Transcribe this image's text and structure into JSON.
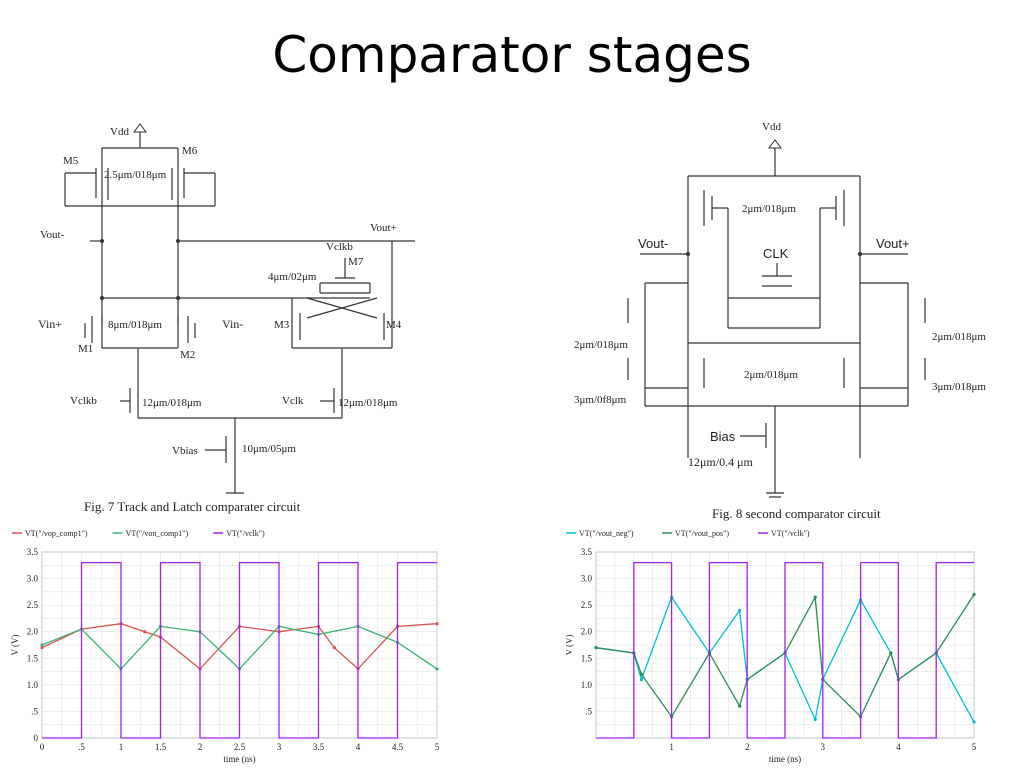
{
  "slide": {
    "title": "Comparator stages"
  },
  "fig7": {
    "caption": "Fig. 7 Track and Latch comparater circuit",
    "labels": {
      "vdd": "Vdd",
      "m5": "M5",
      "m6": "M6",
      "w56": "2.5μm/018μm",
      "vout_neg": "Vout-",
      "vout_pos": "Vout+",
      "vclkb_top": "Vclkb",
      "m7": "M7",
      "w7": "4μm/02μm",
      "vin_pos": "Vin+",
      "w12": "8μm/018μm",
      "vin_neg": "Vin-",
      "m3": "M3",
      "m4": "M4",
      "m1": "M1",
      "m2": "M2",
      "vclkb": "Vclkb",
      "w_clkb": "12μm/018μm",
      "vclk": "Vclk",
      "w_clk": "12μm/018μm",
      "vbias": "Vbias",
      "w_bias": "10μm/05μm"
    }
  },
  "fig8": {
    "caption": "Fig. 8 second comparator circuit",
    "labels": {
      "vdd": "Vdd",
      "w_top": "2μm/018μm",
      "vout_neg": "Vout-",
      "vout_pos": "Vout+",
      "clk": "CLK",
      "w_left1": "2μm/018μm",
      "w_right1": "2μm/018μm",
      "w_mid": "2μm/018μm",
      "w_left2": "3μm/0f8μm",
      "w_right2": "3μm/018μm",
      "bias": "Bias",
      "w_bias": "12μm/0.4 μm"
    }
  },
  "chart_data": [
    {
      "type": "line",
      "title": "",
      "xlabel": "time (ns)",
      "ylabel": "V (V)",
      "xlim": [
        0,
        5
      ],
      "ylim": [
        0,
        3.5
      ],
      "x_ticks": [
        "0",
        ".5",
        "1",
        "1.5",
        "2",
        "2.5",
        "3",
        "3.5",
        "4",
        "4.5",
        "5"
      ],
      "y_ticks": [
        "0",
        ".5",
        "1.0",
        "1.5",
        "2.0",
        "2.5",
        "3.0",
        "3.5"
      ],
      "grid": true,
      "legend": "top-left",
      "series": [
        {
          "name": "VT(\"/vop_comp1\")",
          "color": "#d9534f",
          "x": [
            0,
            0.5,
            1.0,
            1.3,
            1.5,
            2.0,
            2.5,
            3.0,
            3.5,
            3.7,
            4.0,
            4.5,
            5.0
          ],
          "y": [
            1.7,
            2.05,
            2.15,
            2.0,
            1.9,
            1.3,
            2.1,
            2.0,
            2.1,
            1.7,
            1.3,
            2.1,
            2.15
          ]
        },
        {
          "name": "VT(\"/von_comp1\")",
          "color": "#3cb371",
          "x": [
            0,
            0.5,
            1.0,
            1.5,
            2.0,
            2.5,
            3.0,
            3.5,
            4.0,
            4.5,
            5.0
          ],
          "y": [
            1.75,
            2.05,
            1.3,
            2.1,
            2.0,
            1.3,
            2.1,
            1.95,
            2.1,
            1.8,
            1.3
          ]
        },
        {
          "name": "VT(\"/vclk\")",
          "color": "#a020f0",
          "x": [
            0,
            0.5,
            0.5,
            1.0,
            1.0,
            1.5,
            1.5,
            2.0,
            2.0,
            2.5,
            2.5,
            3.0,
            3.0,
            3.5,
            3.5,
            4.0,
            4.0,
            4.5,
            4.5,
            5.0
          ],
          "y": [
            0,
            0,
            3.3,
            3.3,
            0,
            0,
            3.3,
            3.3,
            0,
            0,
            3.3,
            3.3,
            0,
            0,
            3.3,
            3.3,
            0,
            0,
            3.3,
            3.3
          ]
        }
      ]
    },
    {
      "type": "line",
      "title": "",
      "xlabel": "time (ns)",
      "ylabel": "V (V)",
      "xlim": [
        0,
        5
      ],
      "ylim": [
        0,
        3.5
      ],
      "x_ticks": [
        "1",
        "2",
        "3",
        "4",
        "5"
      ],
      "y_ticks": [
        ".5",
        "1.0",
        "1.5",
        "2.0",
        "2.5",
        "3.0",
        "3.5"
      ],
      "grid": true,
      "legend": "top-left",
      "series": [
        {
          "name": "VT(\"/vout_neg\")",
          "color": "#00c0d0",
          "x": [
            0,
            0.5,
            0.6,
            1.0,
            1.5,
            1.9,
            2.0,
            2.5,
            2.9,
            3.0,
            3.5,
            3.9,
            4.0,
            4.5,
            5.0
          ],
          "y": [
            1.7,
            1.6,
            1.1,
            2.65,
            1.6,
            2.4,
            1.1,
            1.6,
            0.35,
            1.1,
            2.6,
            1.6,
            1.1,
            1.6,
            0.3
          ]
        },
        {
          "name": "VT(\"/vout_pos\")",
          "color": "#2e8b57",
          "x": [
            0,
            0.5,
            0.6,
            1.0,
            1.5,
            1.9,
            2.0,
            2.5,
            2.9,
            3.0,
            3.5,
            3.9,
            4.0,
            4.5,
            5.0
          ],
          "y": [
            1.7,
            1.6,
            1.2,
            0.4,
            1.6,
            0.6,
            1.1,
            1.6,
            2.65,
            1.1,
            0.4,
            1.6,
            1.1,
            1.6,
            2.7
          ]
        },
        {
          "name": "VT(\"/vclk\")",
          "color": "#a020f0",
          "x": [
            0,
            0.5,
            0.5,
            1.0,
            1.0,
            1.5,
            1.5,
            2.0,
            2.0,
            2.5,
            2.5,
            3.0,
            3.0,
            3.5,
            3.5,
            4.0,
            4.0,
            4.5,
            4.5,
            5.0
          ],
          "y": [
            0,
            0,
            3.3,
            3.3,
            0,
            0,
            3.3,
            3.3,
            0,
            0,
            3.3,
            3.3,
            0,
            0,
            3.3,
            3.3,
            0,
            0,
            3.3,
            3.3
          ]
        }
      ]
    }
  ]
}
